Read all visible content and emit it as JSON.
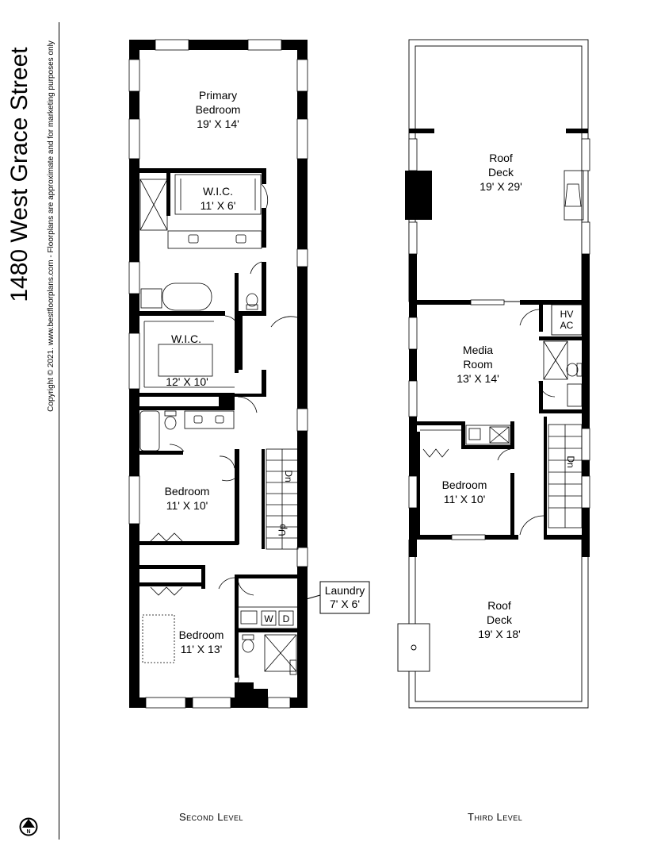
{
  "header": {
    "address": "1480 West Grace Street",
    "copyright": "Copyright © 2021. www.bestfloorplans.com - Floorplans are approximate and for marketing purposes only"
  },
  "levels": {
    "second": "Second Level",
    "third": "Third Level"
  },
  "rooms_second": {
    "primary_bedroom": {
      "name": "Primary",
      "name2": "Bedroom",
      "size": "19' X 14'"
    },
    "wic_upper": {
      "name": "W.I.C.",
      "size": "11' X 6'"
    },
    "wic_lower": {
      "name": "W.I.C.",
      "size": "12' X 10'"
    },
    "bedroom_a": {
      "name": "Bedroom",
      "size": "11' X 10'"
    },
    "bedroom_b": {
      "name": "Bedroom",
      "size": "11' X 13'"
    },
    "laundry": {
      "name": "Laundry",
      "size": "7' X 6'"
    },
    "stair_dn": "Dn",
    "stair_up": "Up",
    "washer": "W",
    "dryer": "D"
  },
  "rooms_third": {
    "roof_deck_top": {
      "name": "Roof",
      "name2": "Deck",
      "size": "19' X 29'"
    },
    "media_room": {
      "name": "Media",
      "name2": "Room",
      "size": "13' X 14'"
    },
    "hvac": {
      "line1": "HV",
      "line2": "AC"
    },
    "bedroom": {
      "name": "Bedroom",
      "size": "11' X 10'"
    },
    "roof_deck_bottom": {
      "name": "Roof",
      "name2": "Deck",
      "size": "19' X 18'"
    },
    "stair_dn": "Dn"
  },
  "compass": {
    "label": "N"
  }
}
